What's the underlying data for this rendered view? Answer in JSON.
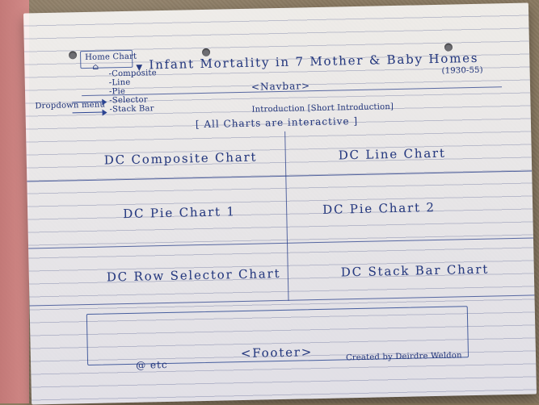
{
  "sketch": {
    "home_chart": "Home Chart",
    "home_icon": "⌂",
    "dropdown_caret": "▼",
    "title": "Infant Mortality in 7 Mother & Baby Homes",
    "years": "(1930-55)",
    "navbar": "<Navbar>",
    "dropdown_label": "Dropdown menu",
    "dropdown_items": [
      "-Composite",
      "-Line",
      "-Pie",
      "-Selector",
      "-Stack Bar"
    ],
    "intro": "Introduction [Short Introduction]",
    "interactive": "[ All Charts are interactive ]",
    "charts": [
      "DC Composite Chart",
      "DC Line Chart",
      "DC Pie Chart 1",
      "DC Pie Chart 2",
      "DC Row Selector Chart",
      "DC Stack Bar Chart"
    ],
    "footer_left": "@ etc",
    "footer_center": "<Footer>",
    "footer_right": "Created by Deirdre Weldon"
  }
}
